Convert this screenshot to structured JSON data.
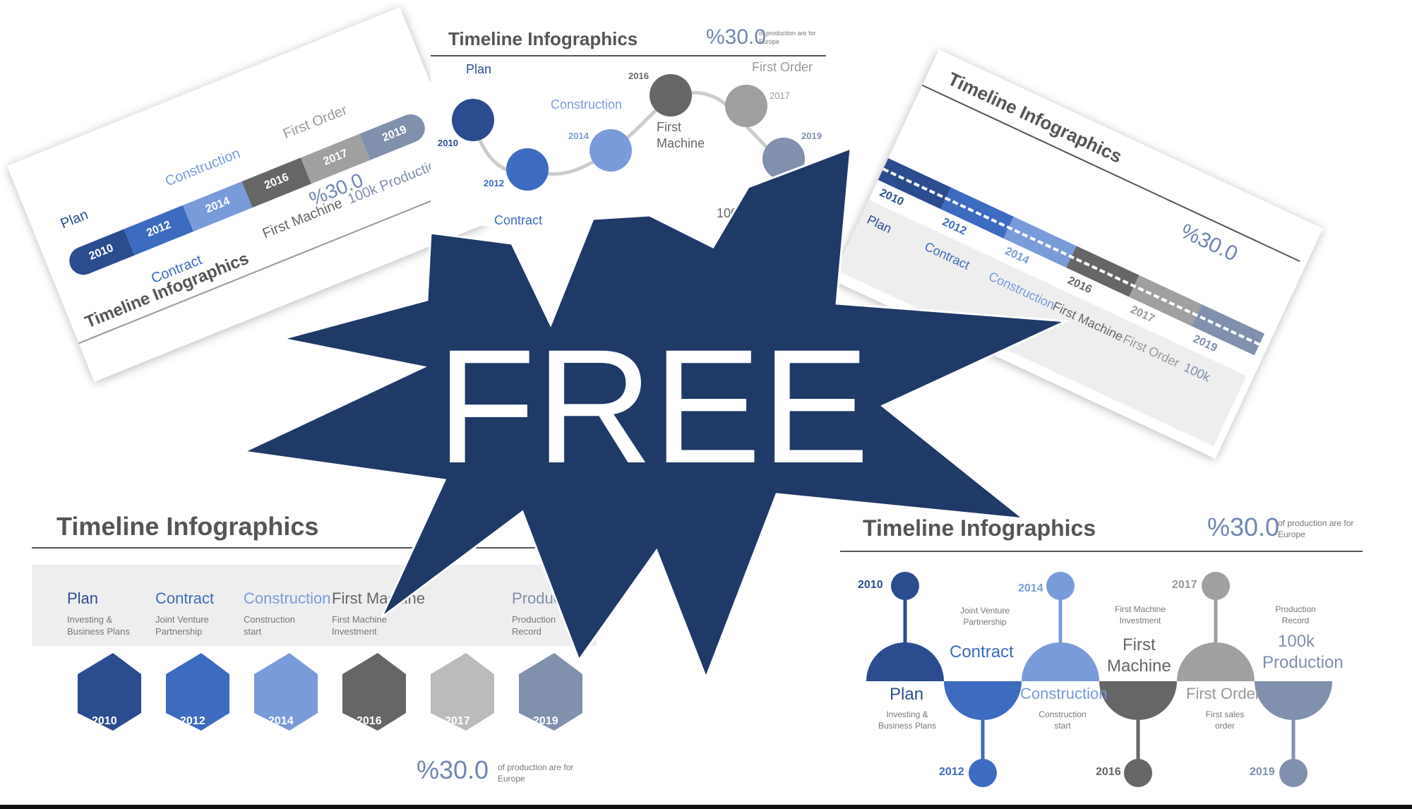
{
  "banner": {
    "label": "FREE"
  },
  "common": {
    "title": "Timeline Infographics",
    "percent": "%30.0",
    "percent_note": "of production are for Europe"
  },
  "steps": {
    "plan": {
      "label": "Plan",
      "desc": "Investing & Business Plans",
      "year": "2010"
    },
    "contract": {
      "label": "Contract",
      "desc": "Joint Venture Partnership",
      "year": "2012"
    },
    "construction": {
      "label": "Construction",
      "desc": "Construction start",
      "year": "2014"
    },
    "machine": {
      "label": "First Machine",
      "label_a": "First",
      "label_b": "Machine",
      "desc": "First Machine Investment",
      "year": "2016"
    },
    "order": {
      "label": "First Order",
      "desc": "First sales order",
      "year": "2017"
    },
    "production": {
      "label": "Production",
      "label_full": "100k Production",
      "label_a": "100k",
      "label_b": "Production",
      "desc": "Production Record",
      "year": "2019"
    }
  },
  "colors": {
    "navy": "#2b4d8f",
    "blue": "#3d6bc0",
    "lightblue": "#7a9bd9",
    "darkgray": "#666666",
    "gray": "#a0a0a0",
    "slate": "#8090ad",
    "starburst": "#1f3a67"
  }
}
